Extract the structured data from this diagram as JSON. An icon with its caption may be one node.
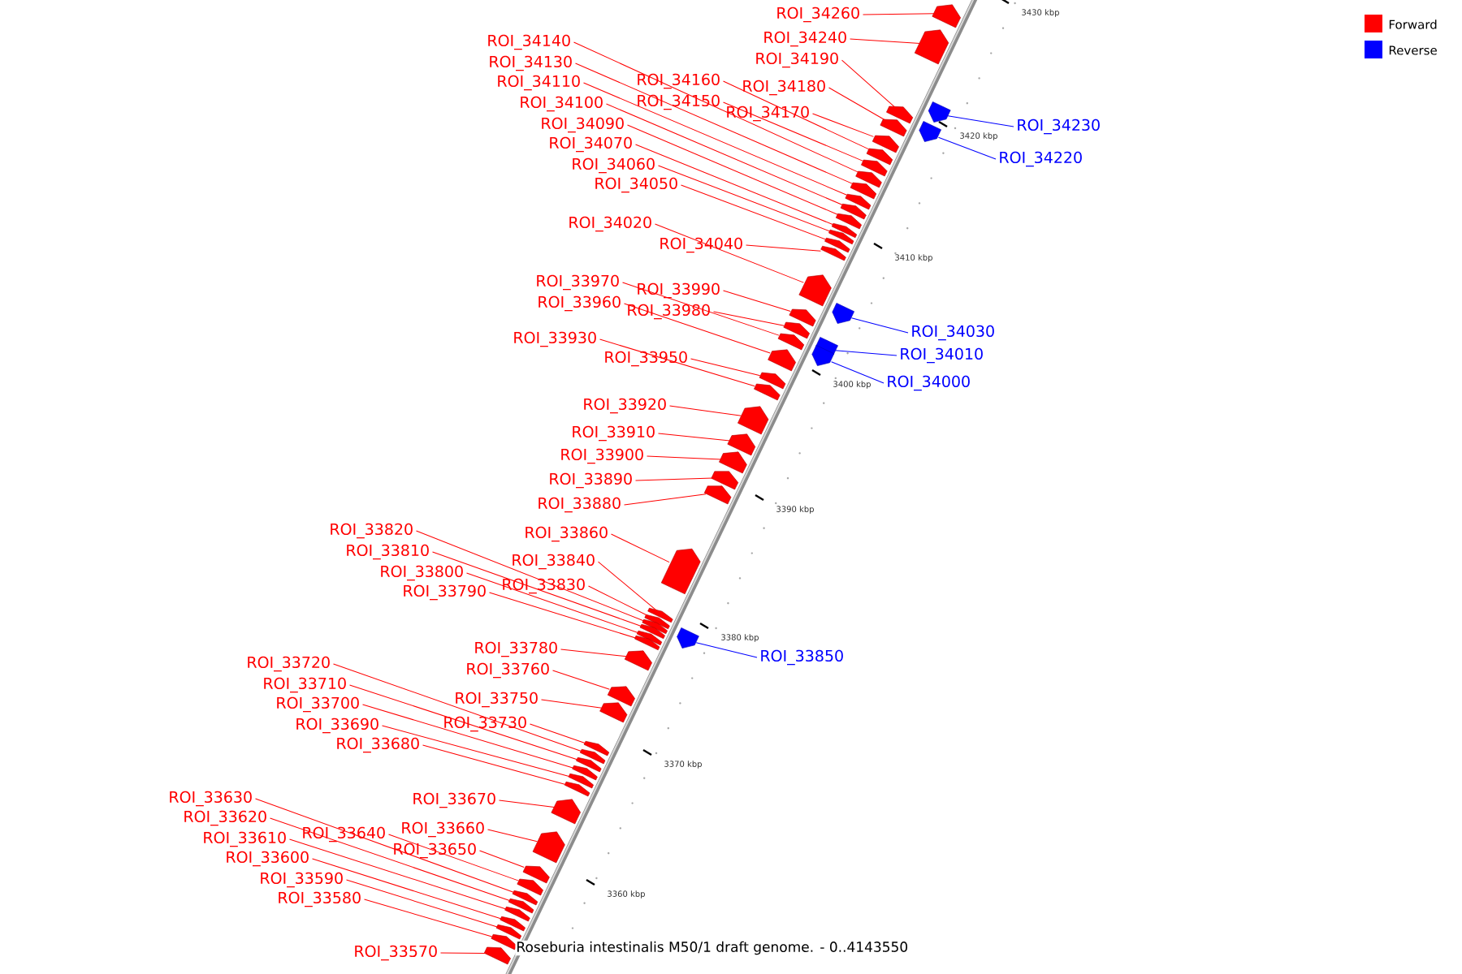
{
  "diagram": {
    "caption": "Roseburia intestinalis M50/1 draft genome. - 0..4143550",
    "nodes": [
      {
        "text": [
          "ROI_34260"
        ]
      },
      {
        "text": [
          "ROI_34240"
        ]
      },
      {
        "text": [
          "ROI_34140"
        ]
      },
      {
        "text": [
          "ROI_34190"
        ]
      },
      {
        "text": [
          "ROI_34130"
        ]
      },
      {
        "text": [
          "ROI_34160"
        ]
      },
      {
        "text": [
          "ROI_34110"
        ]
      },
      {
        "text": [
          "ROI_34180"
        ]
      },
      {
        "text": [
          "ROI_34150"
        ]
      },
      {
        "text": [
          "ROI_34100"
        ]
      },
      {
        "text": [
          "ROI_34170"
        ]
      },
      {
        "text": [
          "ROI_34090"
        ]
      },
      {
        "text": [
          "ROI_34230"
        ]
      },
      {
        "text": [
          "ROI_34070"
        ]
      },
      {
        "text": [
          "ROI_34220"
        ]
      },
      {
        "text": [
          "ROI_34060"
        ]
      },
      {
        "text": [
          "ROI_34050"
        ]
      },
      {
        "text": [
          "ROI_34020"
        ]
      },
      {
        "text": [
          "ROI_34040"
        ]
      },
      {
        "text": [
          "ROI_33970"
        ]
      },
      {
        "text": [
          "ROI_33990"
        ]
      },
      {
        "text": [
          "ROI_33960"
        ]
      },
      {
        "text": [
          "ROI_33980"
        ]
      },
      {
        "text": [
          "ROI_34030"
        ]
      },
      {
        "text": [
          "ROI_33930"
        ]
      },
      {
        "text": [
          "ROI_34010"
        ]
      },
      {
        "text": [
          "ROI_33950"
        ]
      },
      {
        "text": [
          "ROI_34000"
        ]
      },
      {
        "text": [
          "ROI_33920"
        ]
      },
      {
        "text": [
          "ROI_33910"
        ]
      },
      {
        "text": [
          "ROI_33900"
        ]
      },
      {
        "text": [
          "ROI_33890"
        ]
      },
      {
        "text": [
          "ROI_33880"
        ]
      },
      {
        "text": [
          "ROI_33820"
        ]
      },
      {
        "text": [
          "ROI_33860"
        ]
      },
      {
        "text": [
          "ROI_33810"
        ]
      },
      {
        "text": [
          "ROI_33840"
        ]
      },
      {
        "text": [
          "ROI_33800"
        ]
      },
      {
        "text": [
          "ROI_33830"
        ]
      },
      {
        "text": [
          "ROI_33790"
        ]
      },
      {
        "text": [
          "ROI_33780"
        ]
      },
      {
        "text": [
          "ROI_33850"
        ]
      },
      {
        "text": [
          "ROI_33720"
        ]
      },
      {
        "text": [
          "ROI_33760"
        ]
      },
      {
        "text": [
          "ROI_33710"
        ]
      },
      {
        "text": [
          "ROI_33750"
        ]
      },
      {
        "text": [
          "ROI_33700"
        ]
      },
      {
        "text": [
          "ROI_33690"
        ]
      },
      {
        "text": [
          "ROI_33730"
        ]
      },
      {
        "text": [
          "ROI_33680"
        ]
      },
      {
        "text": [
          "ROI_33630"
        ]
      },
      {
        "text": [
          "ROI_33670"
        ]
      },
      {
        "text": [
          "ROI_33620"
        ]
      },
      {
        "text": [
          "ROI_33640"
        ]
      },
      {
        "text": [
          "ROI_33610"
        ]
      },
      {
        "text": [
          "ROI_33660"
        ]
      },
      {
        "text": [
          "ROI_33650"
        ]
      },
      {
        "text": [
          "ROI_33600"
        ]
      },
      {
        "text": [
          "ROI_33590"
        ]
      },
      {
        "text": [
          "ROI_33580"
        ]
      },
      {
        "text": [
          "ROI_33570"
        ]
      },
      {
        "text": [],
        "shape": "pentagon"
      },
      {
        "text": [],
        "shape": "pentagon"
      },
      {
        "text": [],
        "shape": "pentagon"
      },
      {
        "text": [],
        "shape": "pentagon"
      },
      {
        "text": [],
        "shape": "pentagon"
      },
      {
        "text": [],
        "shape": "pentagon"
      },
      {
        "text": [],
        "shape": "pentagon"
      },
      {
        "text": [],
        "shape": "pentagon"
      },
      {
        "text": [],
        "shape": "pentagon"
      },
      {
        "text": [],
        "shape": "pentagon"
      },
      {
        "text": [],
        "shape": "pentagon"
      },
      {
        "text": [],
        "shape": "pentagon"
      },
      {
        "text": [],
        "shape": "pentagon"
      },
      {
        "text": [],
        "shape": "pentagon"
      },
      {
        "text": [],
        "shape": "pentagon"
      },
      {
        "text": [],
        "shape": "pentagon"
      },
      {
        "text": [],
        "shape": "pentagon"
      },
      {
        "text": [],
        "shape": "pentagon"
      },
      {
        "text": [],
        "shape": "pentagon"
      },
      {
        "text": [],
        "shape": "pentagon"
      },
      {
        "text": [],
        "shape": "pentagon"
      },
      {
        "text": [],
        "shape": "pentagon"
      },
      {
        "text": [],
        "shape": "pentagon"
      },
      {
        "text": [],
        "shape": "pentagon"
      },
      {
        "text": [],
        "shape": "pentagon"
      },
      {
        "text": [],
        "shape": "pentagon"
      },
      {
        "text": [],
        "shape": "pentagon"
      },
      {
        "text": [],
        "shape": "pentagon"
      },
      {
        "text": [],
        "shape": "pentagon"
      },
      {
        "text": [],
        "shape": "pentagon"
      },
      {
        "text": [],
        "shape": "pentagon"
      },
      {
        "text": [],
        "shape": "pentagon"
      },
      {
        "text": [],
        "shape": "pentagon"
      },
      {
        "text": [],
        "shape": "pentagon"
      },
      {
        "text": [],
        "shape": "pentagon"
      },
      {
        "text": [],
        "shape": "pentagon"
      },
      {
        "text": [],
        "shape": "pentagon"
      },
      {
        "text": [],
        "shape": "pentagon"
      },
      {
        "text": [],
        "shape": "pentagon"
      },
      {
        "text": [],
        "shape": "pentagon"
      },
      {
        "text": [],
        "shape": "pentagon"
      },
      {
        "text": [],
        "shape": "pentagon"
      },
      {
        "text": [],
        "shape": "pentagon"
      },
      {
        "text": [],
        "shape": "pentagon"
      },
      {
        "text": [],
        "shape": "pentagon"
      },
      {
        "text": [],
        "shape": "pentagon"
      },
      {
        "text": [],
        "shape": "pentagon"
      },
      {
        "text": [],
        "shape": "pentagon"
      },
      {
        "text": [],
        "shape": "pentagon"
      },
      {
        "text": [],
        "shape": "pentagon"
      },
      {
        "text": [],
        "shape": "pentagon"
      },
      {
        "text": [],
        "shape": "pentagon"
      },
      {
        "text": [],
        "shape": "pentagon"
      },
      {
        "text": [],
        "shape": "pentagon"
      },
      {
        "text": [],
        "shape": "pentagon"
      },
      {
        "text": [],
        "shape": "pentagon"
      },
      {
        "text": [],
        "shape": "pentagon"
      },
      {
        "text": [],
        "shape": "pentagon"
      },
      {
        "text": [],
        "shape": "pentagon"
      },
      {
        "text": [],
        "shape": "pentagon"
      },
      {
        "text": [],
        "shape": "pentagon"
      }
    ],
    "edges": [
      {
        "from": 0,
        "to": 61,
        "arrow": "none"
      },
      {
        "from": 1,
        "to": 62,
        "arrow": "none"
      },
      {
        "from": 2,
        "to": 70,
        "arrow": "none"
      },
      {
        "from": 3,
        "to": 64,
        "arrow": "none"
      },
      {
        "from": 4,
        "to": 71,
        "arrow": "none"
      },
      {
        "from": 5,
        "to": 68,
        "arrow": "none"
      },
      {
        "from": 6,
        "to": 72,
        "arrow": "none"
      },
      {
        "from": 7,
        "to": 66,
        "arrow": "none"
      },
      {
        "from": 8,
        "to": 69,
        "arrow": "none"
      },
      {
        "from": 9,
        "to": 73,
        "arrow": "none"
      },
      {
        "from": 10,
        "to": 67,
        "arrow": "none"
      },
      {
        "from": 11,
        "to": 74,
        "arrow": "none"
      },
      {
        "from": 12,
        "to": 63,
        "arrow": "none",
        "color": "#0000ff"
      },
      {
        "from": 13,
        "to": 75,
        "arrow": "none"
      },
      {
        "from": 14,
        "to": 65,
        "arrow": "none",
        "color": "#0000ff"
      },
      {
        "from": 15,
        "to": 76,
        "arrow": "none"
      },
      {
        "from": 16,
        "to": 77,
        "arrow": "none"
      },
      {
        "from": 17,
        "to": 79,
        "arrow": "none"
      },
      {
        "from": 18,
        "to": 78,
        "arrow": "none"
      },
      {
        "from": 19,
        "to": 84,
        "arrow": "none"
      },
      {
        "from": 20,
        "to": 81,
        "arrow": "none"
      },
      {
        "from": 21,
        "to": 86,
        "arrow": "none"
      },
      {
        "from": 22,
        "to": 82,
        "arrow": "none"
      },
      {
        "from": 23,
        "to": 80,
        "arrow": "none",
        "color": "#0000ff"
      },
      {
        "from": 24,
        "to": 88,
        "arrow": "none"
      },
      {
        "from": 25,
        "to": 83,
        "arrow": "none",
        "color": "#0000ff"
      },
      {
        "from": 26,
        "to": 87,
        "arrow": "none"
      },
      {
        "from": 27,
        "to": 85,
        "arrow": "none",
        "color": "#0000ff"
      },
      {
        "from": 28,
        "to": 89,
        "arrow": "none"
      },
      {
        "from": 29,
        "to": 90,
        "arrow": "none"
      },
      {
        "from": 30,
        "to": 91,
        "arrow": "none"
      },
      {
        "from": 31,
        "to": 92,
        "arrow": "none"
      },
      {
        "from": 32,
        "to": 93,
        "arrow": "none"
      },
      {
        "from": 33,
        "to": 97,
        "arrow": "none"
      },
      {
        "from": 34,
        "to": 94,
        "arrow": "none"
      },
      {
        "from": 35,
        "to": 99,
        "arrow": "none"
      },
      {
        "from": 36,
        "to": 95,
        "arrow": "none"
      },
      {
        "from": 37,
        "to": 100,
        "arrow": "none"
      },
      {
        "from": 38,
        "to": 96,
        "arrow": "none"
      },
      {
        "from": 39,
        "to": 101,
        "arrow": "none"
      },
      {
        "from": 40,
        "to": 102,
        "arrow": "none"
      },
      {
        "from": 41,
        "to": 98,
        "arrow": "none",
        "color": "#0000ff"
      },
      {
        "from": 42,
        "to": 106,
        "arrow": "none"
      },
      {
        "from": 43,
        "to": 103,
        "arrow": "none"
      },
      {
        "from": 44,
        "to": 107,
        "arrow": "none"
      },
      {
        "from": 45,
        "to": 104,
        "arrow": "none"
      },
      {
        "from": 46,
        "to": 108,
        "arrow": "none"
      },
      {
        "from": 47,
        "to": 109,
        "arrow": "none"
      },
      {
        "from": 48,
        "to": 105,
        "arrow": "none"
      },
      {
        "from": 49,
        "to": 110,
        "arrow": "none"
      },
      {
        "from": 50,
        "to": 115,
        "arrow": "none"
      },
      {
        "from": 51,
        "to": 111,
        "arrow": "none"
      },
      {
        "from": 52,
        "to": 116,
        "arrow": "none"
      },
      {
        "from": 53,
        "to": 114,
        "arrow": "none"
      },
      {
        "from": 54,
        "to": 117,
        "arrow": "none"
      },
      {
        "from": 55,
        "to": 112,
        "arrow": "none"
      },
      {
        "from": 56,
        "to": 113,
        "arrow": "none"
      },
      {
        "from": 57,
        "to": 118,
        "arrow": "none"
      },
      {
        "from": 58,
        "to": 119,
        "arrow": "none"
      },
      {
        "from": 59,
        "to": 120,
        "arrow": "none"
      },
      {
        "from": 60,
        "to": 121,
        "arrow": "none"
      }
    ],
    "labels": [
      "3430 kbp",
      "3420 kbp",
      "3410 kbp",
      "3400 kbp",
      "3390 kbp",
      "3380 kbp",
      "3370 kbp",
      "3360 kbp"
    ],
    "legend": [
      {
        "text": "Forward",
        "color": "#ff0000"
      },
      {
        "text": "Reverse",
        "color": "#0000ff"
      }
    ]
  }
}
